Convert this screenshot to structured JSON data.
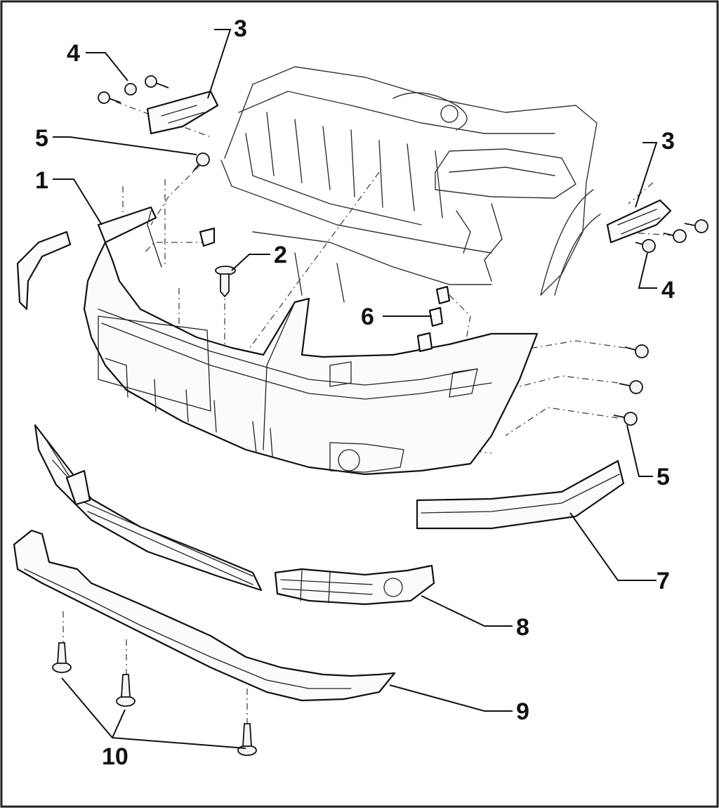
{
  "callouts": [
    {
      "id": "c1",
      "text": "1"
    },
    {
      "id": "c2",
      "text": "2"
    },
    {
      "id": "c3a",
      "text": "3"
    },
    {
      "id": "c3b",
      "text": "3"
    },
    {
      "id": "c4a",
      "text": "4"
    },
    {
      "id": "c4b",
      "text": "4"
    },
    {
      "id": "c5a",
      "text": "5"
    },
    {
      "id": "c5b",
      "text": "5"
    },
    {
      "id": "c6",
      "text": "6"
    },
    {
      "id": "c7",
      "text": "7"
    },
    {
      "id": "c8",
      "text": "8"
    },
    {
      "id": "c9",
      "text": "9"
    },
    {
      "id": "c10",
      "text": "10"
    }
  ],
  "colors": {
    "line": "#111111",
    "background": "#ffffff"
  }
}
